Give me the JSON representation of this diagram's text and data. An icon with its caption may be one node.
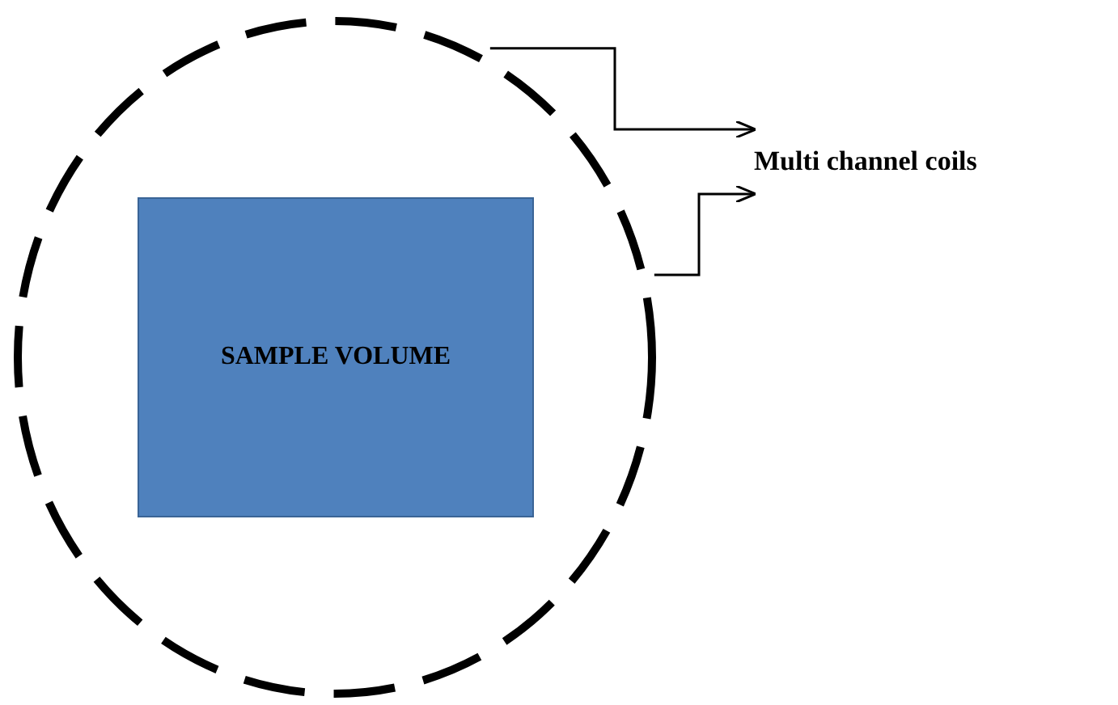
{
  "diagram": {
    "nodes": [
      {
        "text": [],
        "shape": "circle"
      },
      {
        "text": [
          "SAMPLE VOLUME"
        ],
        "in": 0
      },
      {
        "text": [
          "Multi channel coils"
        ]
      }
    ],
    "edges": [
      {
        "from": 0,
        "to": 2,
        "arrow": "to"
      },
      {
        "from": 0,
        "to": 2,
        "arrow": "to"
      }
    ]
  }
}
